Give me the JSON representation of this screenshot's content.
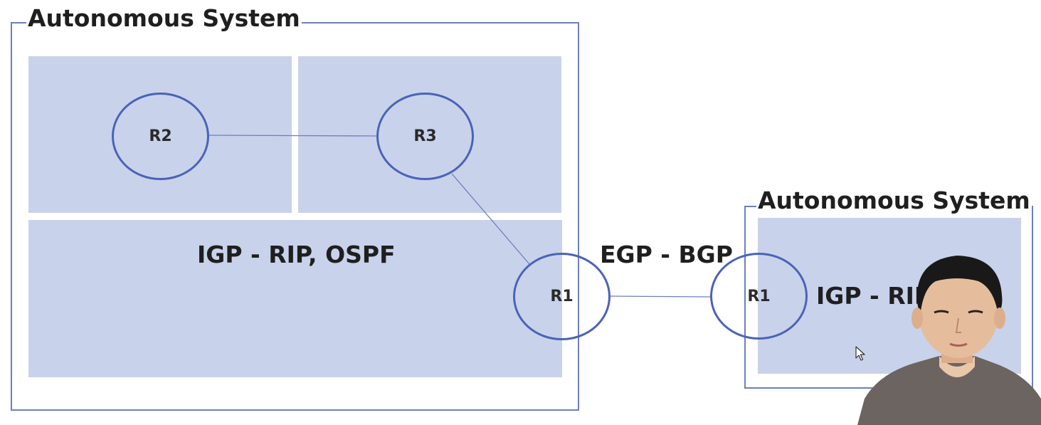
{
  "diagram": {
    "left_as": {
      "title": "Autonomous System",
      "igp_label": "IGP - RIP, OSPF",
      "routers": {
        "r1": "R1",
        "r2": "R2",
        "r3": "R3"
      }
    },
    "egp_label": "EGP - BGP",
    "right_as": {
      "title": "Autonomous System",
      "igp_label": "IGP - RIP, O",
      "routers": {
        "r1": "R1"
      }
    }
  },
  "colors": {
    "region_fill": "#c9d2eb",
    "frame_border": "#6d7fba",
    "router_border": "#4a63b8",
    "link_line": "#6a7fc2"
  }
}
